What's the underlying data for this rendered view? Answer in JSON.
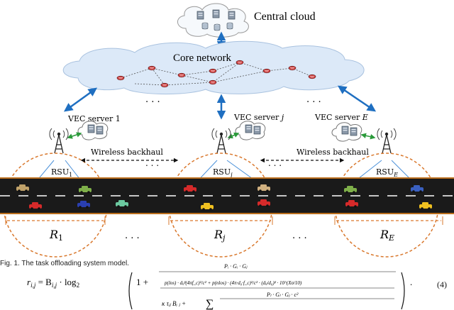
{
  "labels": {
    "central_cloud": "Central cloud",
    "core_network": "Core network",
    "ellipsis": ". . .",
    "vec1_prefix": "VEC server 1",
    "vecj_prefix": "VEC server ",
    "vecj_sub": "j",
    "vece_prefix": "VEC server ",
    "vece_sub": "E",
    "backhaul_left": "Wireless backhaul",
    "backhaul_right": "Wireless backhaul",
    "rsu": "RSU",
    "rsu1_sub": "1",
    "rsuj_sub": "j",
    "rsue_sub": "E",
    "r": "R",
    "r1_sub": "1",
    "rj_sub": "j",
    "re_sub": "E"
  },
  "caption": "Fig. 1. The task offloading system model.",
  "equation": {
    "lhs": "r",
    "lhs_sub": "i,j",
    "eq": " = B",
    "b_sub": "i,j",
    "log": " · log",
    "log_sub": "2",
    "one_plus": "1 +",
    "numerator": "Pᵢ · Gᵢ · Gⱼ",
    "den_top": "p(los) · dᵢⱼᵝ(4πf_c)²/c² + p(nlos) · (4π·d₀·f_c)²/c² · (dᵢⱼ/d₀)ᵝ · 10^(Xσ/10)",
    "den_bottom_left": "κ τᵢⱼ Bᵢ ⱼ +",
    "sum": "∑",
    "den_bottom_right": "Pₗ · Gₗ · Gⱼ · c²",
    "number": "(4)"
  },
  "colors": {
    "road": "#1a1a1a",
    "lane": "#ffffff",
    "orange_line": "#f08a1c",
    "dashed_circle": "#d9782d",
    "arrow_blue": "#1f6fc1",
    "cloud_fill": "#e3eefa",
    "cloud_stroke": "#a9c2df"
  }
}
